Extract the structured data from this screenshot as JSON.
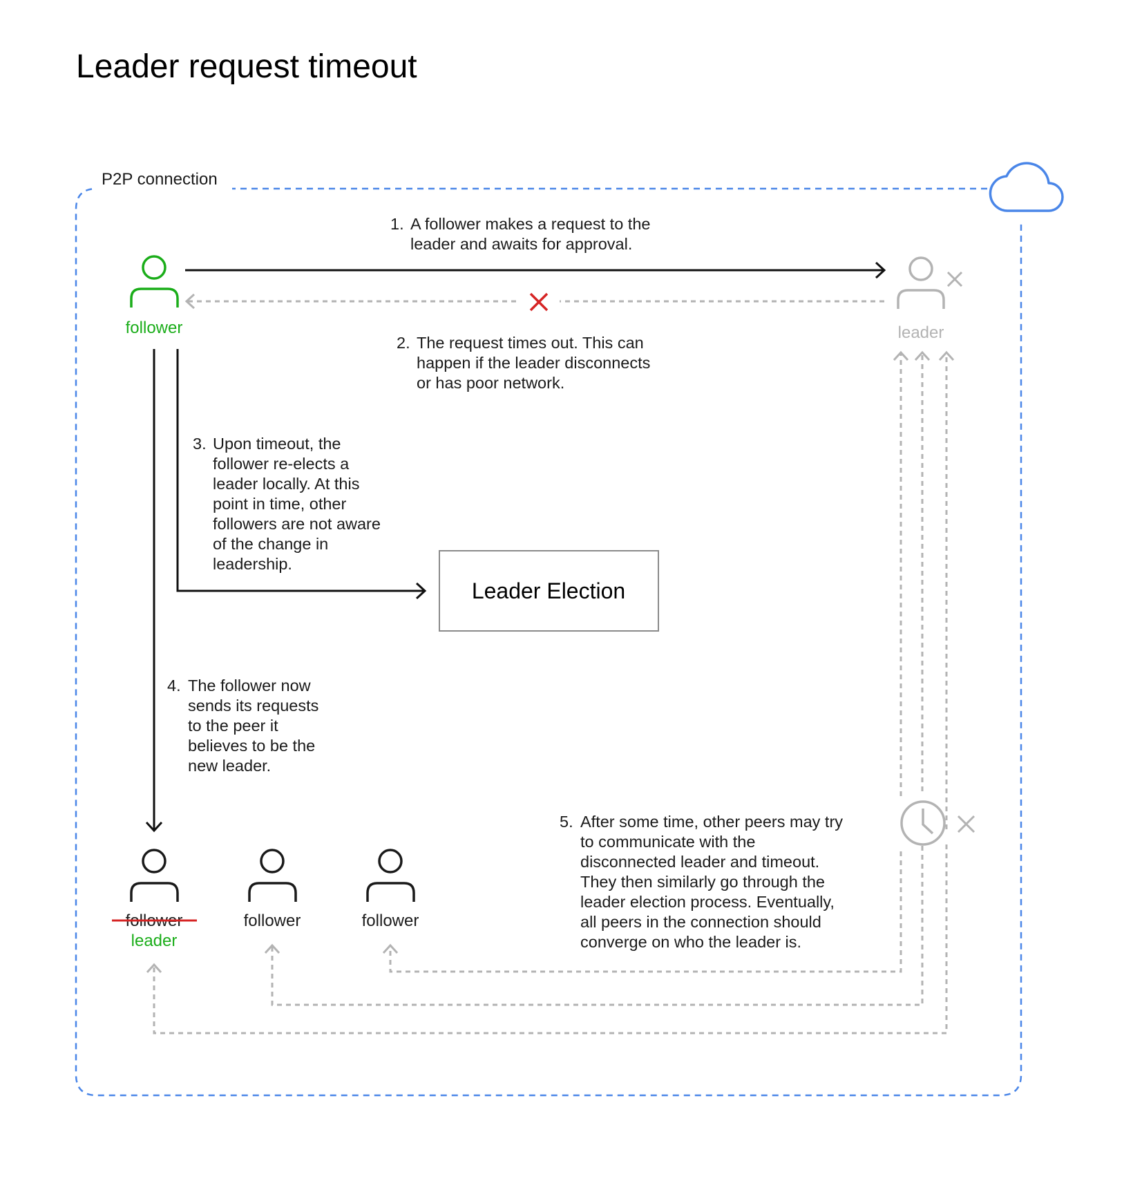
{
  "title": "Leader request timeout",
  "container_label": "P2P connection",
  "colors": {
    "connection_border": "#4a86e8",
    "active": "#1aad19",
    "inactive": "#b3b3b3",
    "error": "#d62424",
    "ink": "#1a1a1a"
  },
  "nodes": {
    "requester": "follower",
    "old_leader": "leader",
    "new_leader_old_role": "follower",
    "new_leader_role": "leader",
    "peer_a": "follower",
    "peer_b": "follower"
  },
  "process_box": "Leader Election",
  "steps": [
    {
      "num": "1.",
      "lines": [
        "A follower makes a request to the",
        "leader and awaits for approval."
      ]
    },
    {
      "num": "2.",
      "lines": [
        "The request times out. This can",
        "happen if the leader disconnects",
        "or has poor network."
      ]
    },
    {
      "num": "3.",
      "lines": [
        "Upon timeout, the",
        "follower re-elects a",
        "leader locally. At this",
        "point in time, other",
        "followers are not aware",
        "of the change in",
        "leadership."
      ]
    },
    {
      "num": "4.",
      "lines": [
        "The follower now",
        "sends its requests",
        "to the peer it",
        "believes to be the",
        "new leader."
      ]
    },
    {
      "num": "5.",
      "lines": [
        "After some time, other peers may try",
        "to communicate with the",
        "disconnected leader and timeout.",
        "They then similarly go through the",
        "leader election process. Eventually,",
        "all peers in the connection should",
        "converge on who the leader is."
      ]
    }
  ],
  "icons": [
    "cloud-icon",
    "person-icon",
    "close-icon",
    "clock-icon",
    "arrow-icon"
  ]
}
